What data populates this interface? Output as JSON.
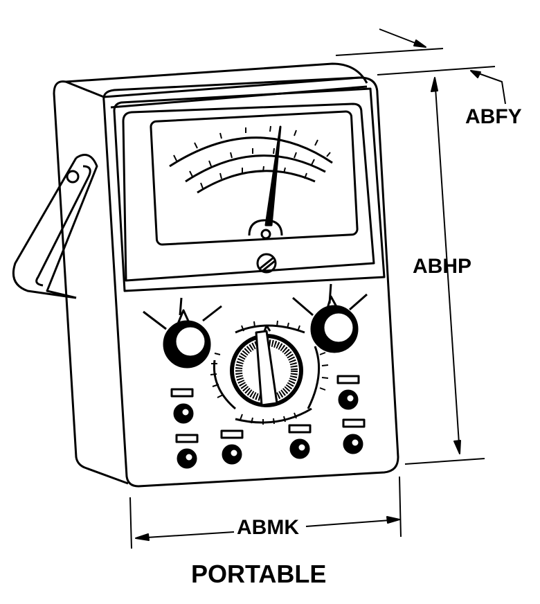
{
  "labels": {
    "depth": "ABFY",
    "height": "ABHP",
    "width": "ABMK"
  },
  "caption": "PORTABLE",
  "colors": {
    "ink": "#000000",
    "background": "#ffffff"
  }
}
